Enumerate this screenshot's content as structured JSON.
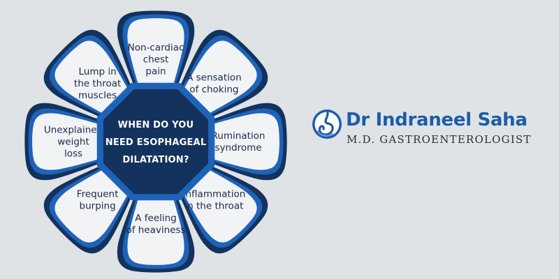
{
  "hub": {
    "lines": [
      "WHEN DO YOU",
      "NEED ESOPHAGEAL",
      "DILATATION?"
    ]
  },
  "petals": [
    {
      "id": "top",
      "lines": [
        "Non-cardiac",
        "chest",
        "pain"
      ]
    },
    {
      "id": "top-right",
      "lines": [
        "A sensation",
        "of choking"
      ]
    },
    {
      "id": "right",
      "lines": [
        "Rumination",
        "syndrome"
      ]
    },
    {
      "id": "bottom-right",
      "lines": [
        "Inflammation",
        "in the throat"
      ]
    },
    {
      "id": "bottom",
      "lines": [
        "A feeling",
        "of heaviness"
      ]
    },
    {
      "id": "bottom-left",
      "lines": [
        "Frequent",
        "burping"
      ]
    },
    {
      "id": "left",
      "lines": [
        "Unexplained",
        "weight",
        "loss"
      ]
    },
    {
      "id": "top-left",
      "lines": [
        "Lump in",
        "the throat",
        "muscles"
      ]
    }
  ],
  "logo": {
    "name": "Dr Indraneel Saha",
    "subtitle": "M.D.  GASTROENTEROLOGIST",
    "icon": "stomach-icon"
  },
  "colors": {
    "background": "#dfe3e6",
    "navy": "#13325e",
    "blue": "#1e63b8",
    "petal_fill": "#f2f3f5",
    "brand_blue": "#1d5ca8"
  }
}
